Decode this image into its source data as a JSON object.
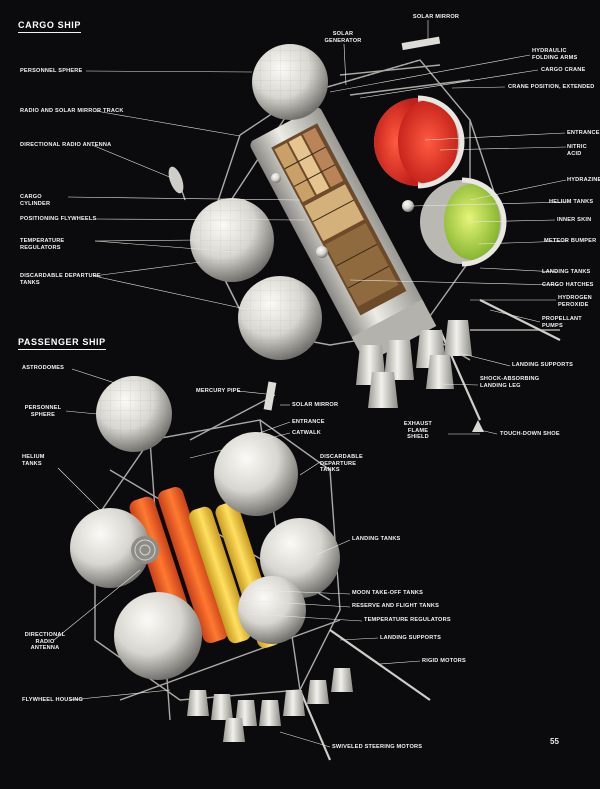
{
  "cargo": {
    "title": "CARGO SHIP",
    "labels": {
      "solar_mirror": "SOLAR MIRROR",
      "solar_generator": "SOLAR\nGENERATOR",
      "hydraulic_arms": "HYDRAULIC\nFOLDING ARMS",
      "personnel_sphere": "PERSONNEL SPHERE",
      "cargo_crane": "CARGO CRANE",
      "crane_extended": "CRANE POSITION, EXTENDED",
      "radio_track": "RADIO AND SOLAR MIRROR TRACK",
      "entrance": "ENTRANCE",
      "nitric_acid": "NITRIC ACID",
      "directional_antenna": "DIRECTIONAL RADIO ANTENNA",
      "hydrazine": "HYDRAZINE",
      "cargo_cylinder": "CARGO CYLINDER",
      "helium_tanks": "HELIUM TANKS",
      "positioning_flywheels": "POSITIONING FLYWHEELS",
      "inner_skin": "INNER SKIN",
      "temperature_regulators": "TEMPERATURE REGULATORS",
      "meteor_bumper": "METEOR BUMPER",
      "discardable_tanks": "DISCARDABLE DEPARTURE TANKS",
      "landing_tanks": "LANDING TANKS",
      "cargo_hatches": "CARGO HATCHES",
      "hydrogen_peroxide": "HYDROGEN\nPEROXIDE",
      "propellant_pumps": "PROPELLANT\nPUMPS",
      "landing_supports": "LANDING SUPPORTS",
      "shock_leg": "SHOCK-ABSORBING\nLANDING LEG",
      "exhaust_shield": "EXHAUST\nFLAME\nSHIELD",
      "touch_down_shoe": "TOUCH-DOWN SHOE"
    }
  },
  "passenger": {
    "title": "PASSENGER SHIP",
    "labels": {
      "astrodomes": "ASTRODOMES",
      "mercury_pipe": "MERCURY PIPE",
      "solar_mirror": "SOLAR MIRROR",
      "personnel_sphere": "PERSONNEL\nSPHERE",
      "entrance": "ENTRANCE",
      "catwalk": "CATWALK",
      "helium_tanks": "HELIUM\nTANKS",
      "discardable_tanks": "DISCARDABLE\nDEPARTURE\nTANKS",
      "landing_tanks": "LANDING TANKS",
      "moon_takeoff_tanks": "MOON TAKE-OFF TANKS",
      "reserve_flight_tanks": "RESERVE AND FLIGHT TANKS",
      "temperature_regulators": "TEMPERATURE REGULATORS",
      "directional_antenna": "DIRECTIONAL\nRADIO\nANTENNA",
      "landing_supports": "LANDING SUPPORTS",
      "rigid_motors": "RIGID MOTORS",
      "flywheel_housing": "FLYWHEEL HOUSING",
      "swiveled_motors": "SWIVELED STEERING MOTORS"
    }
  },
  "page_number": "55",
  "colors": {
    "background": "#0b0b0d",
    "sphere": "#d9d7d2",
    "nitric_acid": "#e8372a",
    "hydrazine": "#9cc93a",
    "propellant_orange": "#e8672a",
    "propellant_yellow": "#e9c33a"
  }
}
